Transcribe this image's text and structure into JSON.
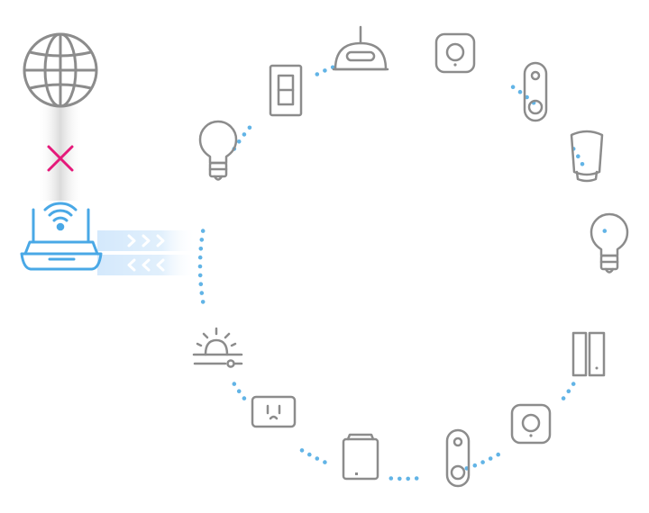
{
  "diagram": {
    "colors": {
      "device_stroke": "#8c8c8c",
      "router_blue": "#49a8e6",
      "mesh_dot": "#62b4e6",
      "blocked_x": "#e5197a",
      "beam_glow": "#d9ecfb",
      "beam_arrow": "#ffffff",
      "uplink_fade": "#cfcfcf"
    },
    "internet": {
      "icon": "globe-icon"
    },
    "uplink": {
      "status": "disconnected",
      "icon": "close-icon"
    },
    "router": {
      "icon": "wifi-router-icon",
      "link": "bidirectional"
    },
    "mesh": {
      "topology": "ring",
      "devices": [
        {
          "id": "hub",
          "icon": "smart-hub-icon"
        },
        {
          "id": "sensor-top",
          "icon": "motion-sensor-icon"
        },
        {
          "id": "doorbell-right",
          "icon": "video-doorbell-icon"
        },
        {
          "id": "can-light",
          "icon": "ceiling-light-icon"
        },
        {
          "id": "bulb-right",
          "icon": "light-bulb-icon"
        },
        {
          "id": "door-sensor",
          "icon": "door-window-sensor-icon"
        },
        {
          "id": "sensor-bottom",
          "icon": "motion-sensor-icon"
        },
        {
          "id": "doorbell-bottom",
          "icon": "video-doorbell-icon"
        },
        {
          "id": "range-extender",
          "icon": "range-extender-icon"
        },
        {
          "id": "smart-plug",
          "icon": "smart-plug-icon"
        },
        {
          "id": "siren",
          "icon": "siren-icon"
        },
        {
          "id": "bulb-left",
          "icon": "light-bulb-icon"
        },
        {
          "id": "light-switch",
          "icon": "light-switch-icon"
        }
      ]
    }
  }
}
